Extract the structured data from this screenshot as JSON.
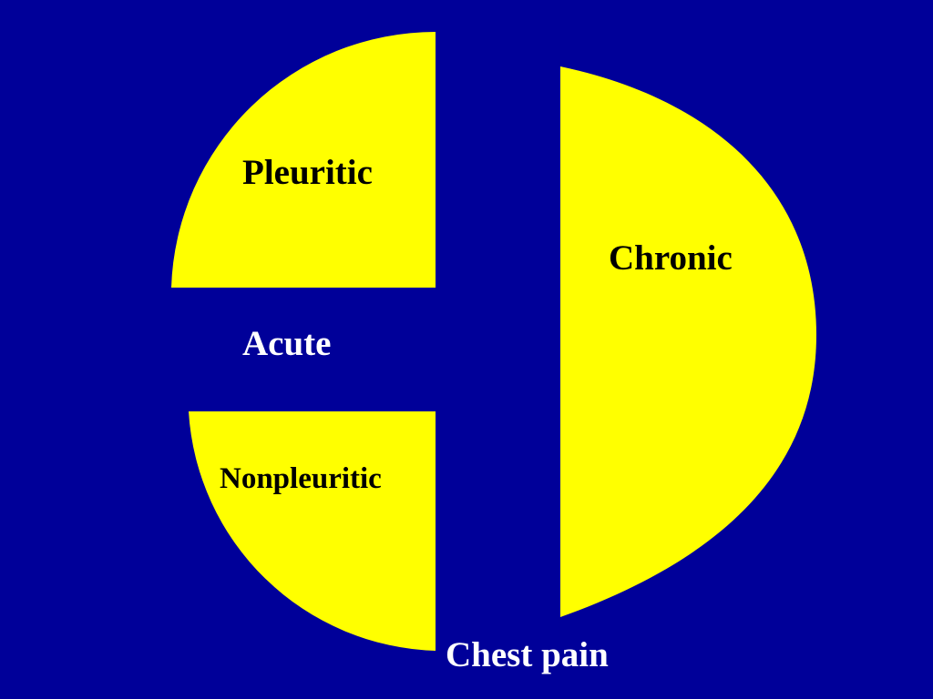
{
  "colors": {
    "background": "#000099",
    "segment_fill": "#ffff00",
    "label_on_segment": "#000000",
    "label_on_background": "#ffffff"
  },
  "segments": {
    "pleuritic": "Pleuritic",
    "nonpleuritic": "Nonpleuritic",
    "chronic": "Chronic"
  },
  "labels": {
    "acute": "Acute",
    "chest_pain": "Chest pain"
  }
}
